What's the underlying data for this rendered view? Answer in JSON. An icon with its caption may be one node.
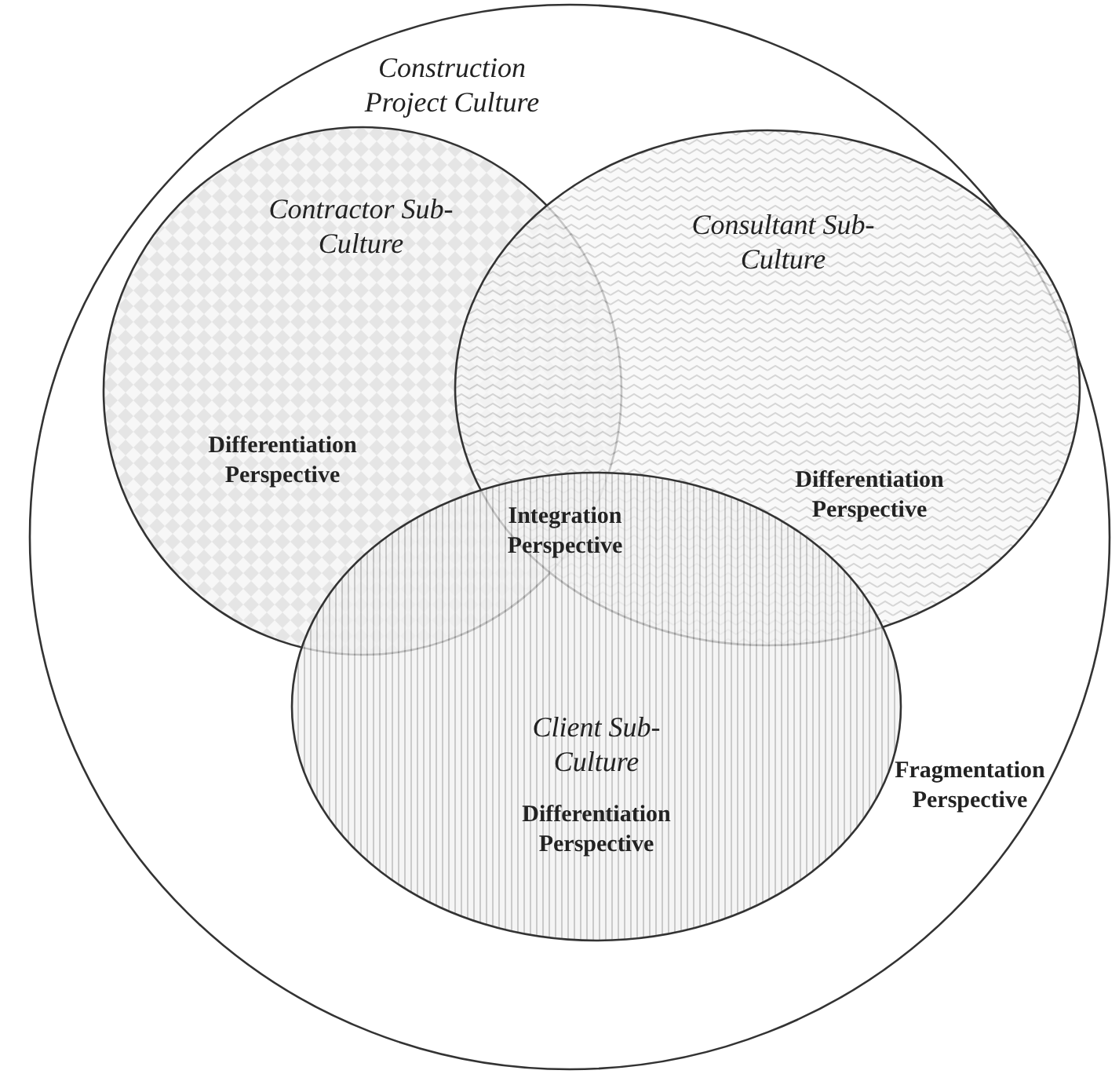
{
  "diagram": {
    "nodes": [
      {
        "text": [
          "Construction Project Culture",
          "Fragmentation Perspective"
        ]
      },
      {
        "text": [
          "Contractor Sub-Culture",
          "Differentiation Perspective"
        ],
        "in": 0
      },
      {
        "text": [
          "Consultant Sub-Culture",
          "Differentiation Perspective"
        ],
        "in": 0
      },
      {
        "text": [
          "Client Sub-Culture",
          "Differentiation Perspective"
        ],
        "in": 0
      }
    ],
    "labels": [
      "Integration Perspective"
    ]
  }
}
